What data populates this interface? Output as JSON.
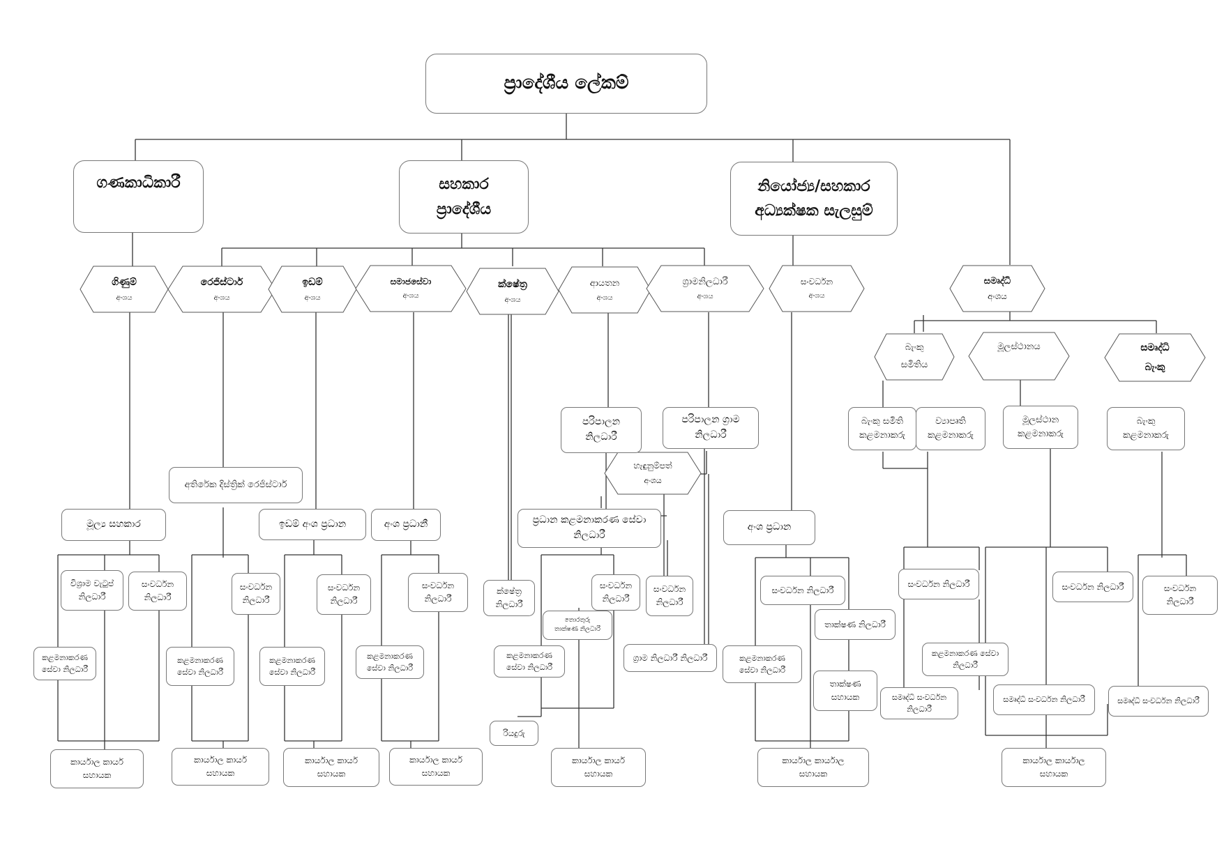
{
  "top": {
    "title": "ප්‍රාදේශීය ලේකම්"
  },
  "level2": {
    "accountant": "ගණකාධිකාරී",
    "assistant": "සහකාර\nප්‍රාදේශීය",
    "deputy": "නියෝජ්‍ය/සහකාර\nඅධ්‍යක්ෂක සැලසුම්"
  },
  "divisions": {
    "accounts": {
      "name": "ගිණුම්",
      "sub": "අංශය"
    },
    "registrar": {
      "name": "රෙජිස්ටාර්",
      "sub": "අංශය"
    },
    "land": {
      "name": "ඉඩම්",
      "sub": "අංශය"
    },
    "social": {
      "name": "සමාජසේවා",
      "sub": "අංශය"
    },
    "field": {
      "name": "ක්ෂේත්‍ර",
      "sub": "අංශය"
    },
    "establishment": {
      "name": "ආයතන",
      "sub": "අංශය"
    },
    "gn": {
      "name": "ග්‍රාමනිලධාරී",
      "sub": "අංශය"
    },
    "development": {
      "name": "සංවර්ධන",
      "sub": "අංශය"
    },
    "samurdhi": {
      "name": "සමෘද්ධි",
      "sub": "අංශය"
    },
    "bank_society": {
      "name": "බැංකු\nසමිතිය",
      "sub": ""
    },
    "headquarters": {
      "name": "මූලස්ථානය",
      "sub": ""
    },
    "samurdhi_bank": {
      "name": "සමෘද්ධි\nබැංකු",
      "sub": ""
    },
    "id_division": {
      "name": "හැඳුනුම්පත්",
      "sub": "අංශය"
    }
  },
  "boxes": {
    "admin_officer": "පරිපාලන\nනිලධාරී",
    "admin_gn": "පරිපාලන ග්‍රාම\nනිලධාරී",
    "bank_soc_manager": "බැංකු සමිති\nකළමනාකරු",
    "business_manager": "ව්‍යාපෘති\nකළමනාකරු",
    "hq_manager": "මූලස්ථාන\nකළමනාකරු",
    "bank_manager": "බැංකු\nකළමනාකරු",
    "addl_registrar": "අතිරේක දිස්ත්‍රික් රෙජිස්ටාර්",
    "chief_clerk": "මූල්‍ය සහකාර",
    "land_head": "ඉඩම් අංශ ප්‍රධාන",
    "social_head": "අංශ ප්‍රධානී",
    "chief_mgmt": "ප්‍රධාන කළමනාකරණ සේවා\nනිලධාරී",
    "dev_head": "අංශ ප්‍රධාන",
    "retire": "විශ්‍රාම වැටුප්\nනිලධාරී",
    "dev_off_1": "සංවර්ධන\nනිලධාරී",
    "dev_off_2": "සංවර්ධන\nනිලධාරී",
    "dev_off_3": "සංවර්ධන\nනිලධාරී",
    "dev_off_4": "සංවර්ධන\nනිලධාරී",
    "field_officer": "ක්ෂේත්‍ර\nනිලධාරී",
    "dev_off_5": "සංවර්ධන\nනිලධාරී",
    "dev_off_6": "සංවර්ධන\nනිලධාරී",
    "dev_off_7": "සංවර්ධන නිලධාරී",
    "dev_off_8": "සංවර්ධන නිලධාරී",
    "dev_off_9": "සංවර්ධන නිලධාරී",
    "dev_off_10": "සංවර්ධන\nනිලධාරී",
    "info_tech": "තොරතුරු\nතාක්ෂණ නිලධාරී",
    "mso_1": "කළමනාකරණ\nසේවා නිලධාරී",
    "mso_2": "කළමනාකරණ\nසේවා නිලධාරී",
    "mso_3": "කළමනාකරණ\nසේවා නිලධාරී",
    "mso_4": "කළමනාකරණ\nසේවා නිලධාරී",
    "mso_5": "කළමනාකරණ\nසේවා නිලධාරී",
    "gn_officer": "ග්‍රාම නිලධාරී නිලධාරී",
    "tech_officer": "තාක්ෂණ නිලධාරී",
    "mso_6": "කළමනාකරණ\nසේවා නිලධාරී",
    "tech_assistant": "තාක්ෂණ\nසහායක",
    "mso_7": "කළමනාකරණ සේවා\nනිලධාරී",
    "samurdhi_dev_1": "සමෘද්ධි සංවර්ධන\nනිලධාරී",
    "samurdhi_dev_2": "සමෘද්ධි සංවර්ධන නිලධාරී",
    "samurdhi_dev_3": "සමෘද්ධි සංවර්ධන නිලධාරී",
    "driver": "රියදුරු",
    "oa_1": "කාර්යාල කාර්ය\nසහායක",
    "oa_2": "කාර්යාල කාර්ය\nසහායක",
    "oa_3": "කාර්යාල කාර්ය\nසහායක",
    "oa_4": "කාර්යාල කාර්ය\nසහායක",
    "oa_5": "කාර්යාල කාර්ය\nසහායක",
    "oa_6": "කාර්යාල කාර්යාල\nසහායක",
    "oa_7": "කාර්යාල කාර්යාල\nසහායක"
  }
}
